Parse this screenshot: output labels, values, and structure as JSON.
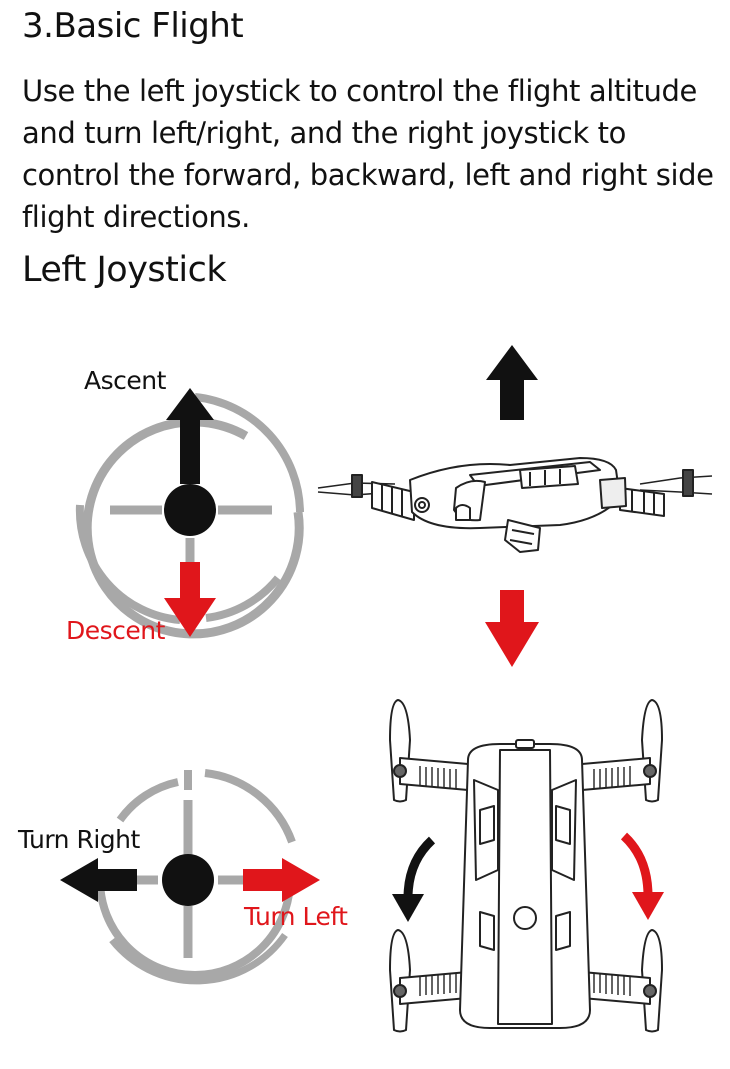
{
  "section": {
    "title": "3.Basic Flight",
    "description": "Use the left joystick to control the flight altitude and turn left/right, and the right joystick to control the forward, backward, left and right side flight directions."
  },
  "left_joystick": {
    "title": "Left Joystick",
    "top_diagram": {
      "up_label": "Ascent",
      "down_label": "Descent"
    },
    "bottom_diagram": {
      "left_label": "Turn Right",
      "right_label": "Turn Left"
    }
  },
  "colors": {
    "red_arrow": "#e0161b",
    "black_arrow": "#111111",
    "joystick_ring": "#a8a8a8"
  },
  "icons": [
    "joystick-icon",
    "drone-side-view-icon",
    "drone-top-view-icon",
    "arrow-up-icon",
    "arrow-down-icon",
    "arrow-left-icon",
    "arrow-right-icon",
    "rotate-ccw-icon",
    "rotate-cw-icon"
  ]
}
